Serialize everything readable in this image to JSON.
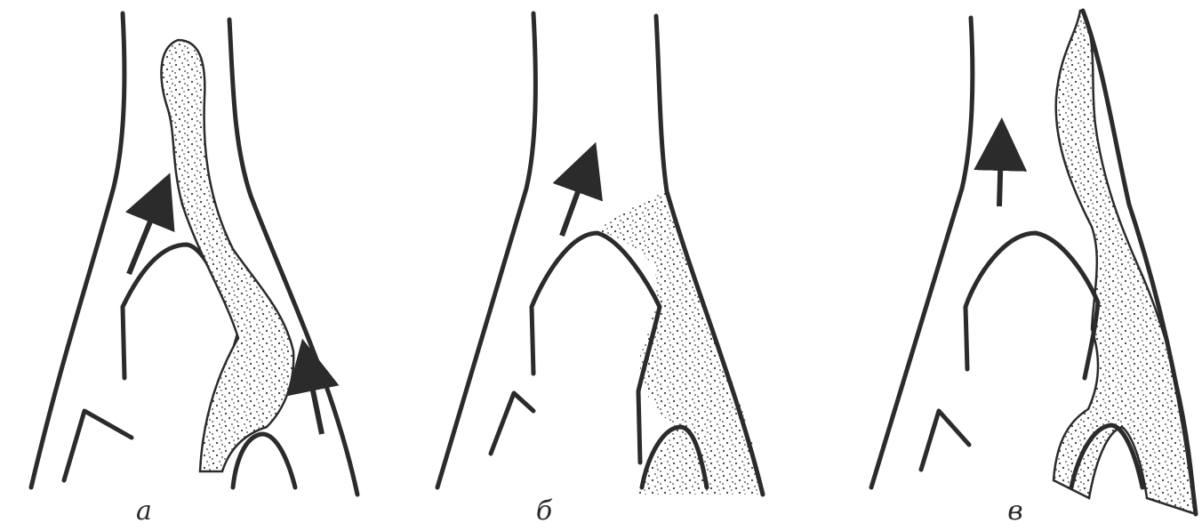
{
  "panels": [
    {
      "label": "а",
      "description_id": "panel-a"
    },
    {
      "label": "б",
      "description_id": "panel-b"
    },
    {
      "label": "в",
      "description_id": "panel-c"
    }
  ],
  "colors": {
    "stroke": "#2b2b2b",
    "fill": "#ffffff",
    "stipple": "#3a3a3a"
  },
  "icons": [
    "arrow-up-icon"
  ]
}
